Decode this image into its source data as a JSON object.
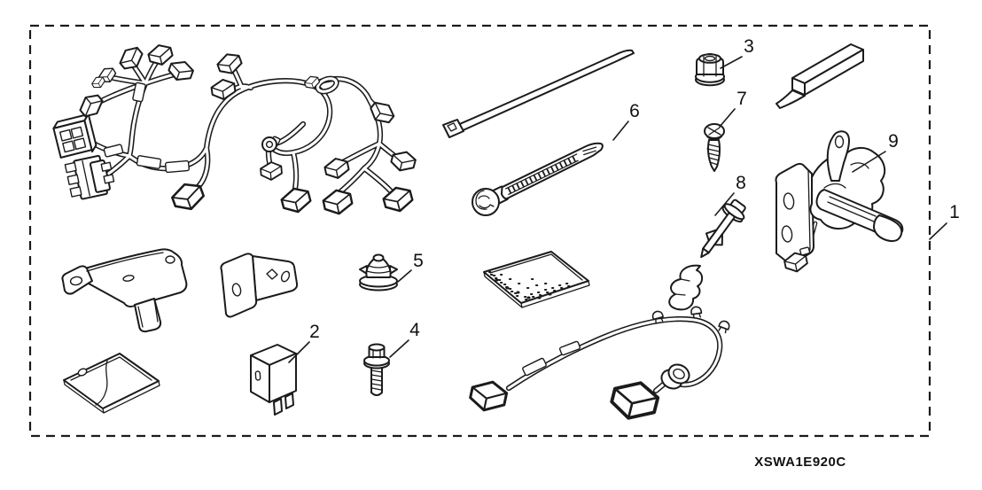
{
  "diagram": {
    "part_code": "XSWA1E920C",
    "callouts": [
      {
        "num": "1",
        "part": "kit-package-boundary"
      },
      {
        "num": "2",
        "part": "relay"
      },
      {
        "num": "3",
        "part": "flange-nut"
      },
      {
        "num": "4",
        "part": "flange-bolt"
      },
      {
        "num": "5",
        "part": "grommet-clip"
      },
      {
        "num": "6",
        "part": "ratchet-cable-tie-with-mount"
      },
      {
        "num": "7",
        "part": "tapping-screw"
      },
      {
        "num": "8",
        "part": "push-pin-harness-clip"
      },
      {
        "num": "9",
        "part": "harness-bracket-assembly"
      }
    ],
    "unlabeled_parts": [
      "main-wiring-harness",
      "cable-tie",
      "foam-tape-strip",
      "mounting-bracket-flat",
      "mounting-bracket-l",
      "adhesive-pad",
      "fastener-sheet",
      "sub-wire-harness"
    ]
  }
}
